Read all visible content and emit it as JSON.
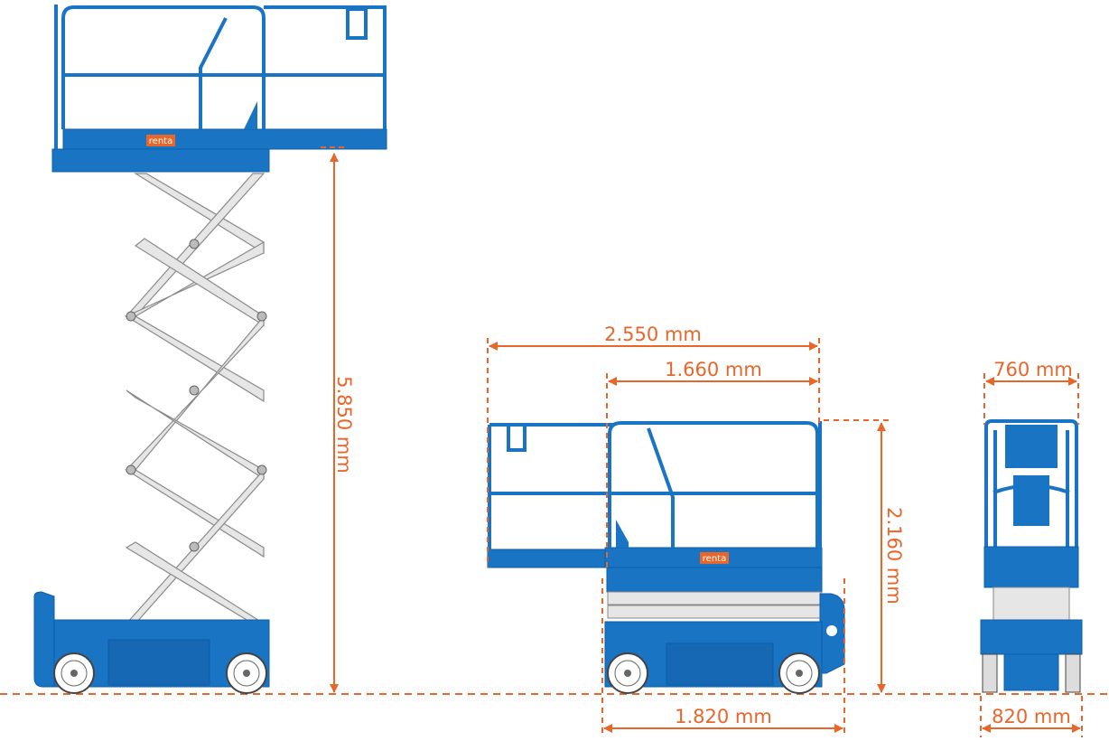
{
  "colors": {
    "machine_blue": "#1a74c4",
    "machine_dark": "#0f5ea8",
    "dimension_orange": "#e8662a",
    "scissor_grey": "#e6e6e6"
  },
  "brand_label": "renta",
  "dimensions": {
    "working_height": "5.850 mm",
    "total_length": "2.550 mm",
    "platform_length": "1.660 mm",
    "stowed_height": "2.160 mm",
    "base_length": "1.820 mm",
    "platform_width": "760 mm",
    "base_width": "820 mm"
  }
}
